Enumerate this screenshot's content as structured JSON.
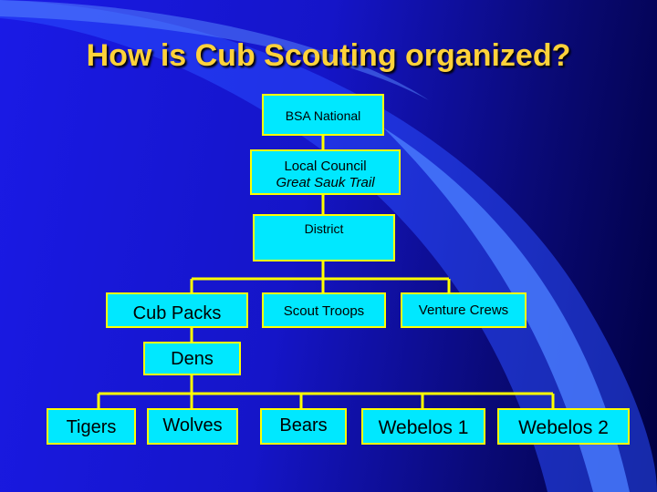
{
  "slide": {
    "title": "How is Cub Scouting organized?"
  },
  "org_chart": {
    "national": "BSA National",
    "council_line1": "Local Council",
    "council_line2": "Great Sauk Trail",
    "district": "District",
    "cub_packs": "Cub Packs",
    "scout_troops": "Scout Troops",
    "venture_crews": "Venture Crews",
    "dens": "Dens",
    "tigers": "Tigers",
    "wolves": "Wolves",
    "bears": "Bears",
    "webelos1": "Webelos 1",
    "webelos2": "Webelos 2"
  },
  "colors": {
    "box_fill": "#00e8ff",
    "connector": "#ffff00",
    "title": "#ffd23a"
  }
}
